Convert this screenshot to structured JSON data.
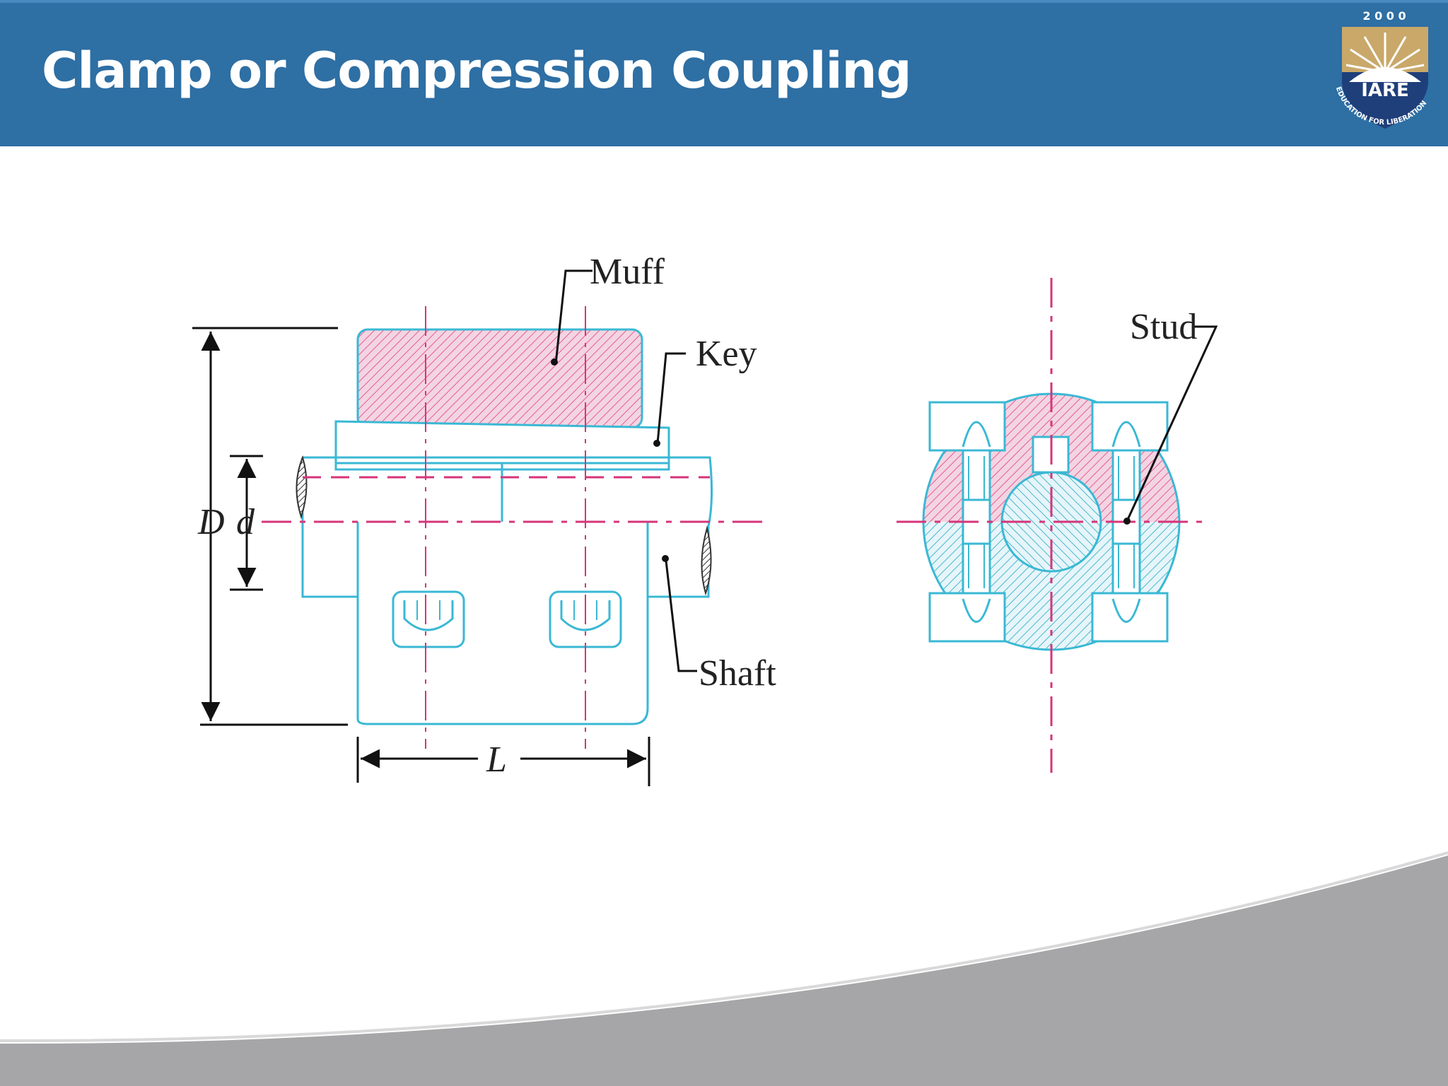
{
  "slide": {
    "title": "Clamp or Compression Coupling"
  },
  "logo": {
    "year": "2 0 0 0",
    "name": "IARE",
    "motto": "EDUCATION FOR LIBERATION"
  },
  "diagram": {
    "labels": {
      "muff": "Muff",
      "key": "Key",
      "shaft": "Shaft",
      "stud": "Stud",
      "outer_diameter": "D",
      "shaft_diameter": "d",
      "length": "L"
    },
    "colors": {
      "outline": "#3ab8d4",
      "upper_hatch": "#e65c93",
      "lower_hatch": "#4ab7cf",
      "center_line": "#d6347a",
      "header_blue": "#2e6fa4",
      "footer_gray": "#a6a6a8"
    }
  }
}
